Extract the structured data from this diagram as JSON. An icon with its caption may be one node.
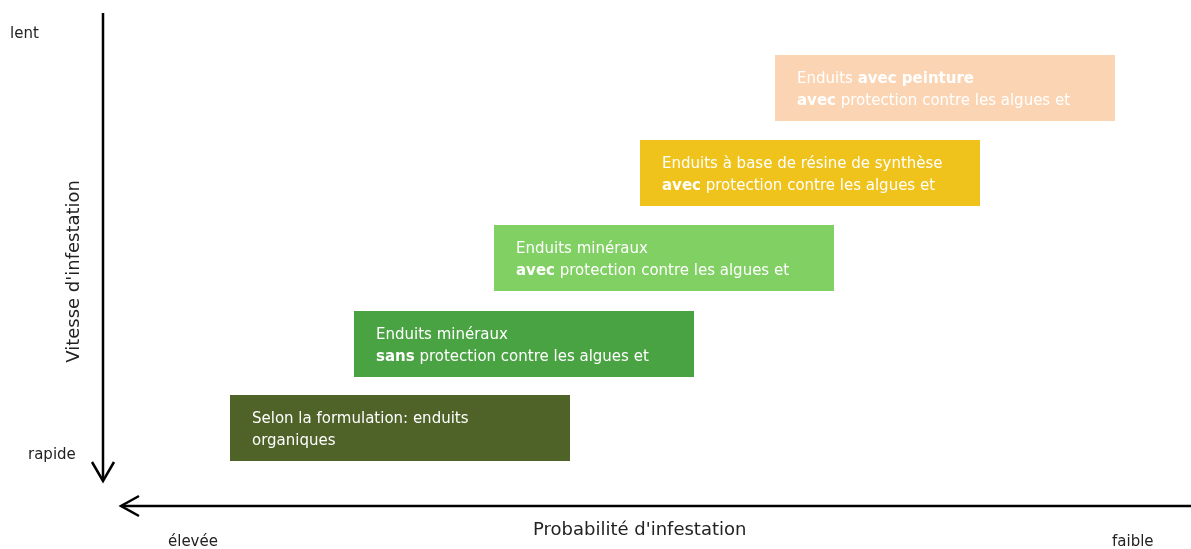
{
  "diagram": {
    "nodes": [
      {
        "text": [
          "Enduits **avec peinture**",
          "**avec** protection contre les algues et"
        ]
      },
      {
        "text": [
          "Enduits à base de résine de synthèse",
          "**avec** protection contre les algues et"
        ]
      },
      {
        "text": [
          "Enduits minéraux",
          "**avec** protection contre les algues et"
        ]
      },
      {
        "text": [
          "Enduits minéraux",
          "**sans** protection contre les algues et"
        ]
      },
      {
        "text": [
          "Selon la formulation: enduits organiques"
        ]
      }
    ],
    "edges": [],
    "labels": [
      "lent",
      "Vitesse d'infestation",
      "rapide",
      "Probabilité d'infestation",
      "élevée",
      "faible"
    ]
  }
}
